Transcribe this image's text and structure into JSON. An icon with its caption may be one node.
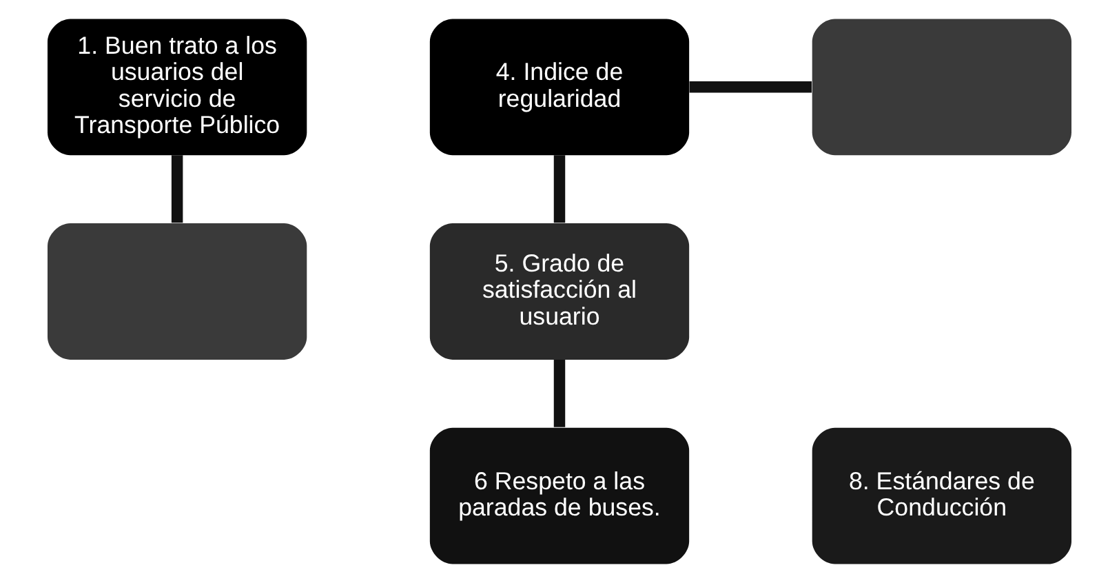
{
  "diagram": {
    "nodes": [
      {
        "text": [
          "1. Buen trato a los usuarios del servicio de Transporte Público"
        ]
      },
      {
        "text": [
          "4. Indice de regularidad"
        ]
      },
      {
        "text": [],
        "shape": "box"
      },
      {
        "text": [],
        "shape": "box"
      },
      {
        "text": [
          "5. Grado de satisfacción al usuario"
        ]
      },
      {
        "text": [
          "6 Respeto a las paradas de buses."
        ]
      },
      {
        "text": [
          "8. Estándares de Conducción"
        ]
      }
    ],
    "edges": [
      {
        "from": 0,
        "to": 3,
        "arrow": "none"
      },
      {
        "from": 1,
        "to": 2,
        "arrow": "none"
      },
      {
        "from": 1,
        "to": 4,
        "arrow": "none"
      },
      {
        "from": 4,
        "to": 5,
        "arrow": "none"
      }
    ]
  }
}
